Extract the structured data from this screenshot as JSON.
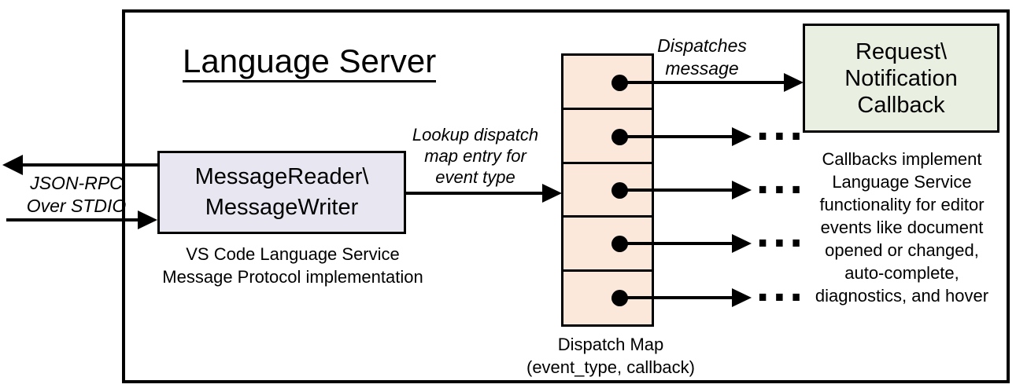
{
  "diagram": {
    "title": "Language Server",
    "io_label": [
      "JSON-RPC",
      "Over STDIO"
    ],
    "reader_box": {
      "title_lines": [
        "MessageReader\\",
        "MessageWriter"
      ],
      "caption": [
        "VS Code Language Service",
        "Message Protocol implementation"
      ]
    },
    "lookup_label": [
      "Lookup dispatch",
      "map entry for",
      "event type"
    ],
    "dispatches_label": [
      "Dispatches",
      "message"
    ],
    "callback_box": {
      "lines": [
        "Request\\",
        "Notification",
        "Callback"
      ]
    },
    "callbacks_note": [
      "Callbacks implement",
      "Language Service",
      "functionality for editor",
      "events like document",
      "opened or changed,",
      "auto-complete,",
      "diagnostics, and hover"
    ],
    "dispatch_map": {
      "caption": [
        "Dispatch Map",
        "(event_type, callback)"
      ],
      "rows": 5
    },
    "ellipsis": "...",
    "colors": {
      "reader_fill": "#e8e6f0",
      "map_fill": "#fbe8db",
      "callback_fill": "#e9f0e2",
      "stroke": "#000000"
    }
  }
}
